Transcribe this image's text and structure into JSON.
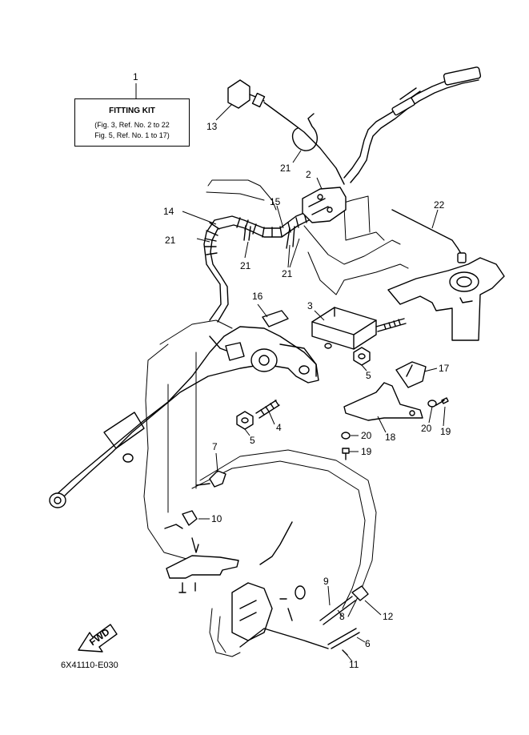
{
  "fitting_kit": {
    "ref_number": "1",
    "title": "FITTING KIT",
    "lines": [
      "(Fig. 3, Ref. No. 2 to 22",
      "Fig. 5, Ref. No. 1 to 17)"
    ]
  },
  "fwd_label": "FWD",
  "drawing_code": "6X41110-E030",
  "part_numbers": {
    "p2": "2",
    "p3": "3",
    "p4": "4",
    "p5a": "5",
    "p5b": "5",
    "p6": "6",
    "p7": "7",
    "p8": "8",
    "p9": "9",
    "p10": "10",
    "p11": "11",
    "p12": "12",
    "p13": "13",
    "p14": "14",
    "p15": "15",
    "p16": "16",
    "p17": "17",
    "p18": "18",
    "p19a": "19",
    "p19b": "19",
    "p20a": "20",
    "p20b": "20",
    "p21a": "21",
    "p21b": "21",
    "p21c": "21",
    "p21d": "21",
    "p22": "22"
  }
}
